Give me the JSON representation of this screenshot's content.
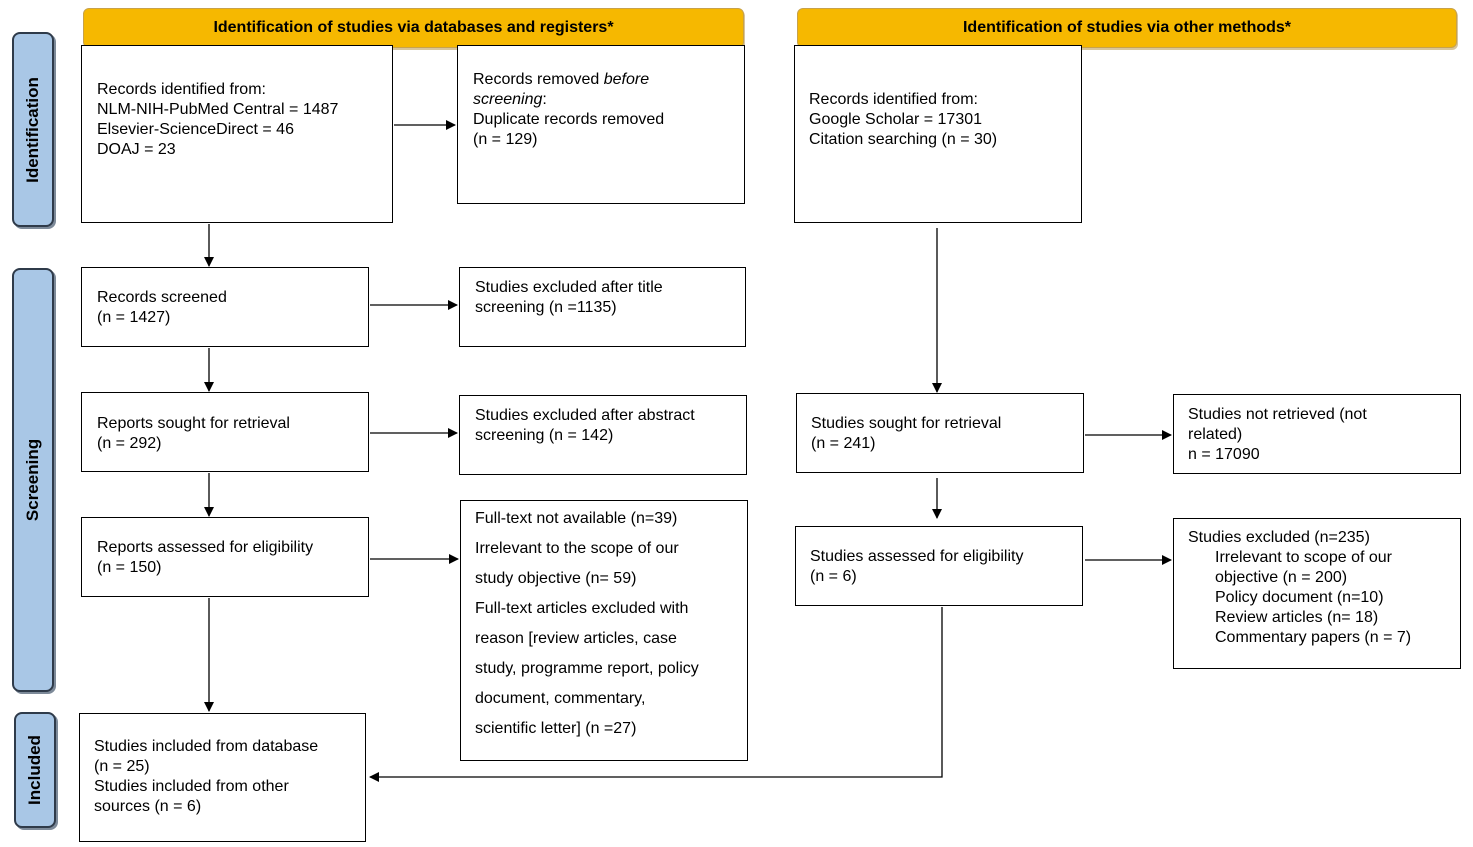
{
  "headers": {
    "left": "Identification of studies via databases and registers*",
    "right": "Identification of studies via other methods*"
  },
  "stages": {
    "identification": "Identification",
    "screening": "Screening",
    "included": "Included"
  },
  "boxes": {
    "records_identified_db": [
      "Records identified from:",
      "NLM-NIH-PubMed Central = 1487",
      "Elsevier-ScienceDirect = 46",
      "DOAJ = 23"
    ],
    "records_removed": {
      "line1_pre": "Records removed ",
      "line1_em": "before",
      "line2_em": "screening",
      "line2_post": ":",
      "line3": "Duplicate records removed",
      "line4": "(n = 129)"
    },
    "records_identified_other": [
      "Records identified from:",
      "Google Scholar = 17301",
      "Citation searching (n = 30)"
    ],
    "records_screened": [
      "Records screened",
      "(n = 1427)"
    ],
    "excluded_title": [
      "Studies excluded after title",
      "screening (n =1135)"
    ],
    "reports_sought": [
      "Reports sought for retrieval",
      "(n = 292)"
    ],
    "excluded_abstract": [
      "Studies excluded after abstract",
      "screening (n = 142)"
    ],
    "reports_assessed": [
      "Reports assessed for eligibility",
      "(n = 150)"
    ],
    "fulltext_excluded": [
      "Full-text not available (n=39)",
      "Irrelevant to the scope of our",
      "study objective (n= 59)",
      "Full-text articles excluded with",
      "reason [review articles, case",
      "study, programme report, policy",
      "document, commentary,",
      "scientific letter] (n =27)"
    ],
    "studies_sought_other": [
      "Studies sought for retrieval",
      "(n = 241)"
    ],
    "not_retrieved": [
      "Studies not retrieved (not",
      "related)",
      "n = 17090"
    ],
    "assessed_other": [
      "Studies assessed for eligibility",
      "(n = 6)"
    ],
    "excluded_other": {
      "title": "Studies excluded (n=235)",
      "items": [
        "Irrelevant to scope of our",
        "objective (n = 200)",
        "Policy document (n=10)",
        "Review articles (n= 18)",
        "Commentary papers (n = 7)"
      ]
    },
    "included": [
      "Studies included from database",
      "(n = 25)",
      "Studies included from other",
      "sources (n = 6)"
    ]
  }
}
